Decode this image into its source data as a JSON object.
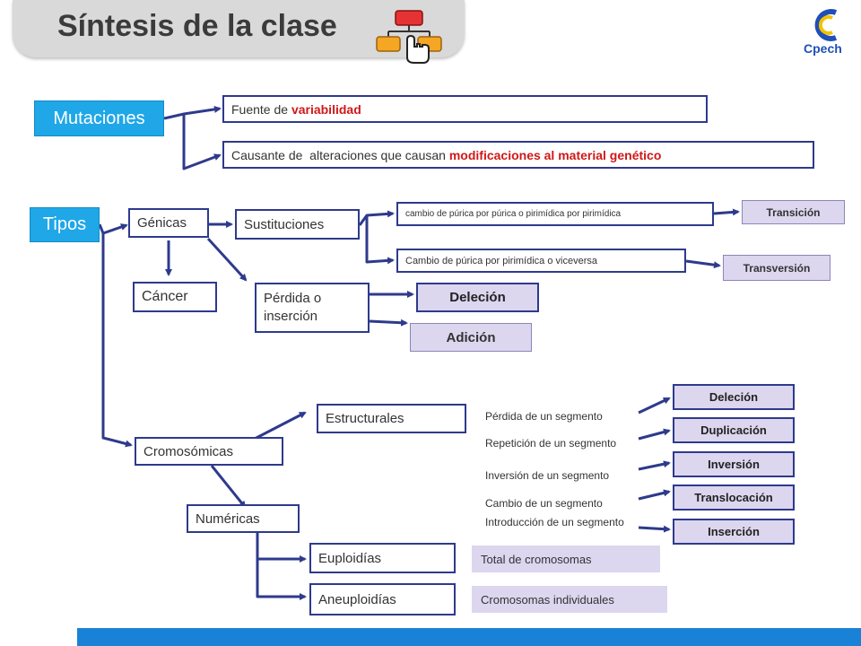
{
  "title": "Síntesis de la clase",
  "logo_text": "Cpech",
  "mutaciones": {
    "label": "Mutaciones",
    "fuente_prefix": "Fuente de ",
    "fuente_highlight": "variabilidad",
    "causante_prefix": "Causante de  alteraciones que causan ",
    "causante_highlight": "modificaciones al material genético"
  },
  "tipos": {
    "label": "Tipos",
    "genicas": "Génicas",
    "sustituciones": "Sustituciones",
    "sust_purica": "cambio de púrica por púrica o pirimídica por pirimídica",
    "transicion": "Transición",
    "sust_pirimidica": "Cambio de púrica por pirimídica o viceversa",
    "transversion": "Transversión",
    "cancer": "Cáncer",
    "perdida_line1": "Pérdida o",
    "perdida_line2": "inserción",
    "delecion": "Deleción",
    "adicion": "Adición",
    "cromosomicas": "Cromosómicas",
    "estructurales": "Estructurales",
    "estructurales_items": [
      {
        "desc": "Pérdida de un segmento",
        "result": "Deleción"
      },
      {
        "desc": "Repetición de un segmento",
        "result": "Duplicación"
      },
      {
        "desc": "Inversión de un segmento",
        "result": "Inversión"
      },
      {
        "desc": "Cambio de un segmento",
        "result": "Translocación"
      },
      {
        "desc": "Introducción de un segmento",
        "result": "Inserción"
      }
    ],
    "numericas": "Numéricas",
    "euploidias": "Euploidías",
    "euploidias_desc": "Total de cromosomas",
    "aneuploidias": "Aneuploidías",
    "aneuploidias_desc": "Cromosomas individuales"
  },
  "colors": {
    "connector": "#2e3a8c",
    "highlight": "#d01818",
    "blue_box": "#1fa7e8",
    "lavender": "#dcd6ef",
    "bottom_bar": "#1a82d6"
  }
}
